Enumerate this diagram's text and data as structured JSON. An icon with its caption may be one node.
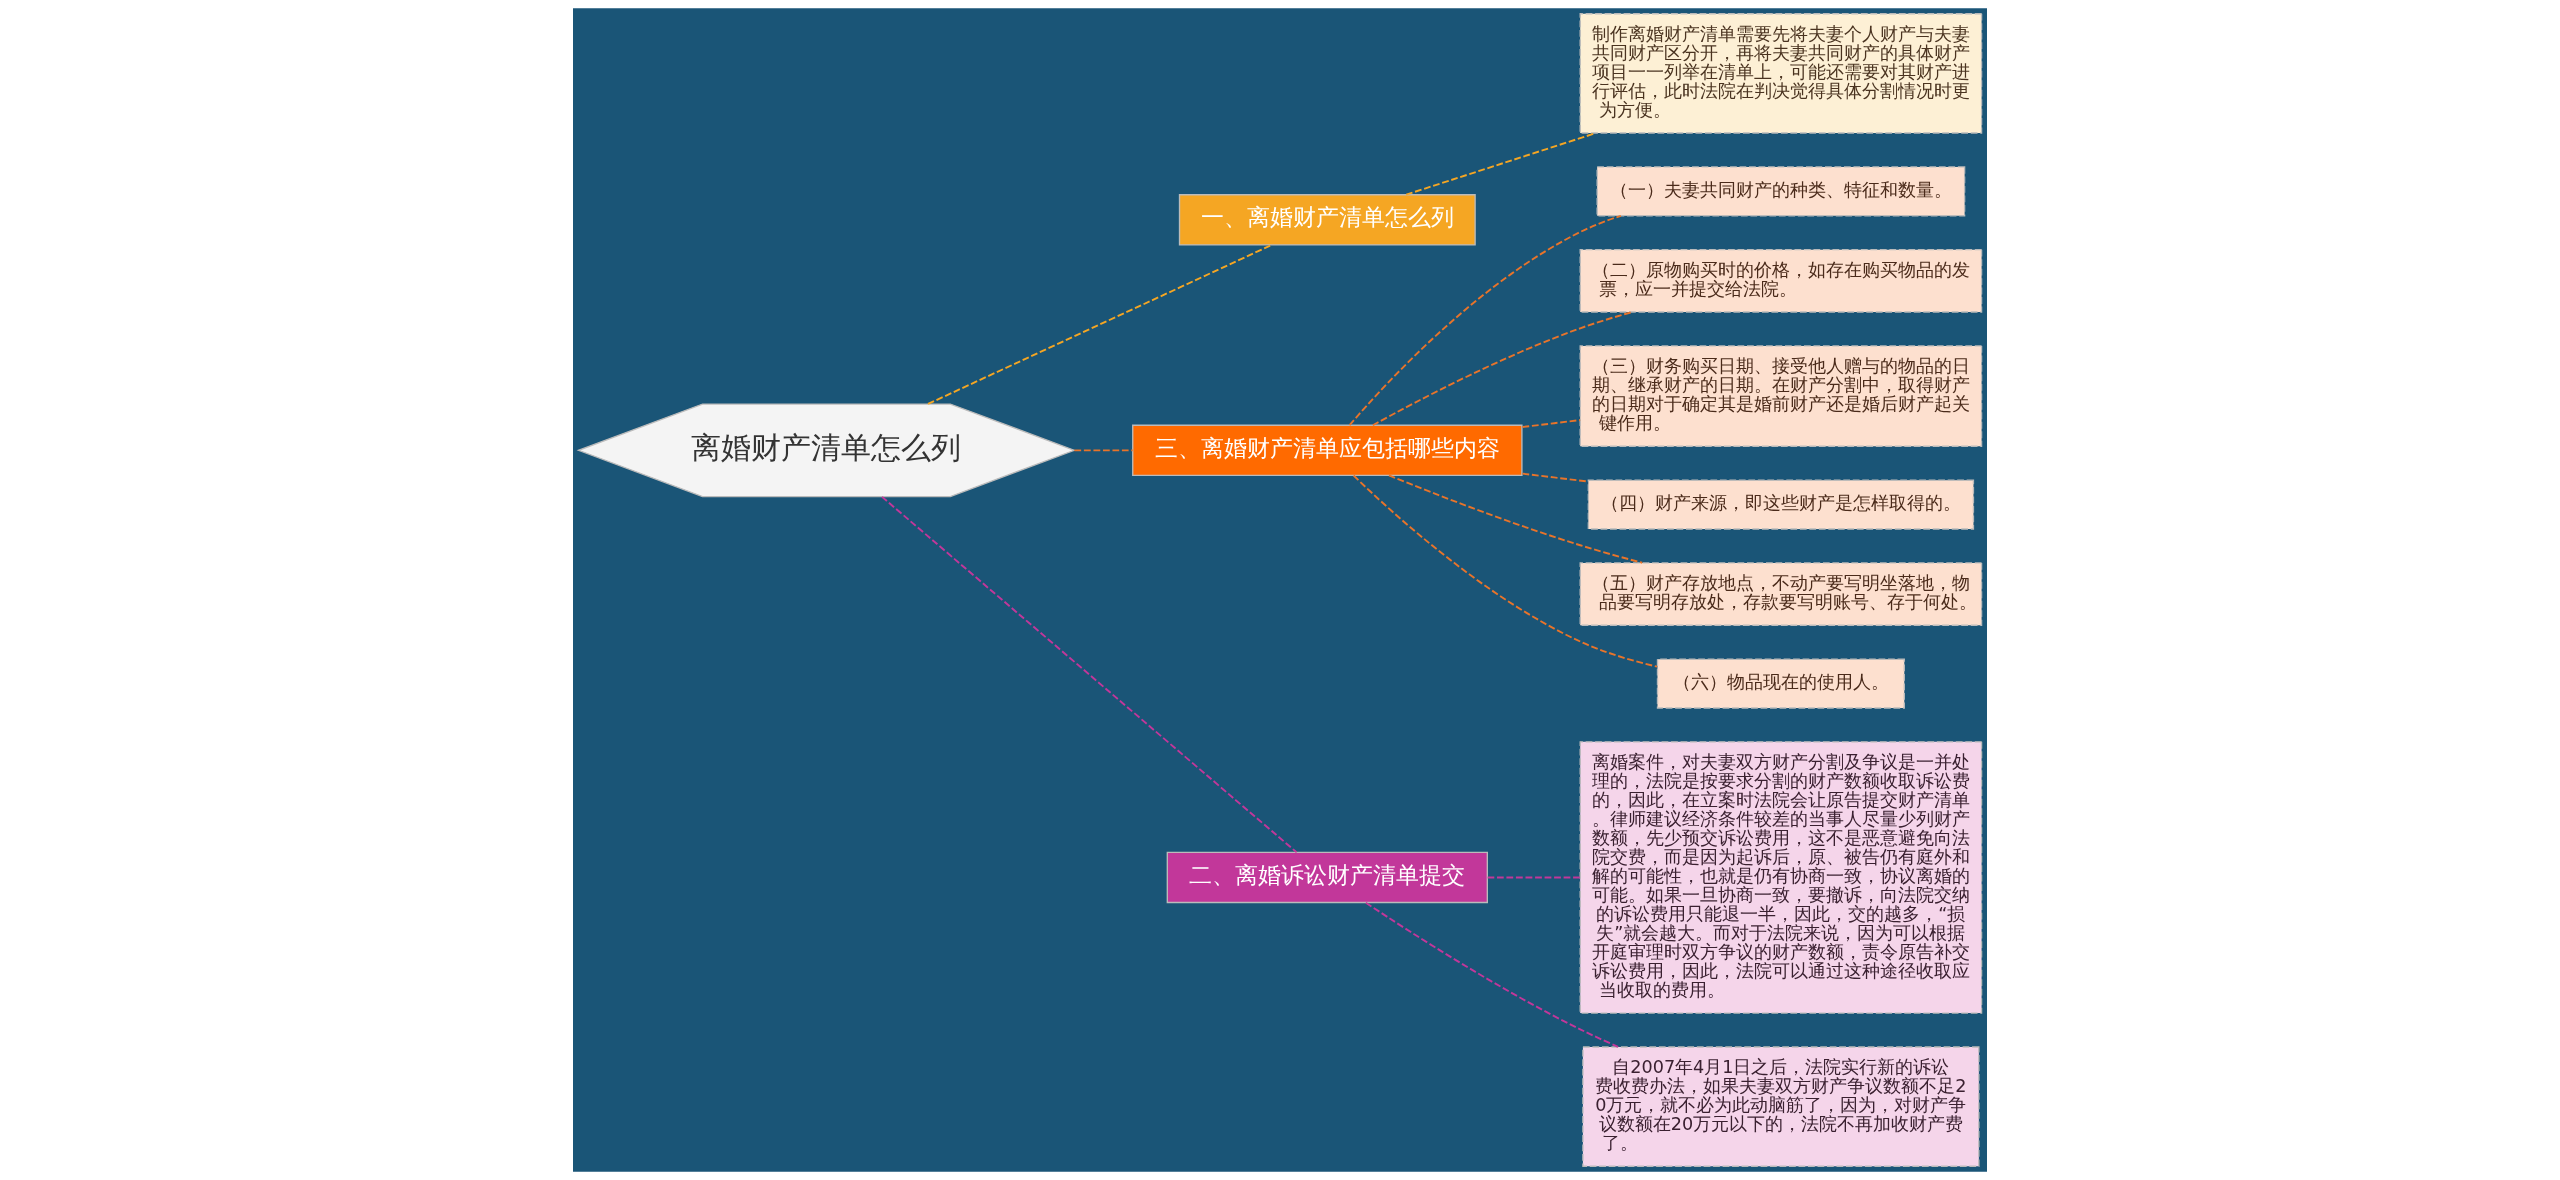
{
  "diagram": {
    "nodes": [
      {
        "text": [
          "离婚财产清单怎么列"
        ]
      },
      {
        "text": [
          "一、离婚财产清单怎么列"
        ]
      },
      {
        "text": [
          "制作离婚财产清单需要先将夫妻个人财产与夫妻共同财产区分开，再将夫妻共同财产的具体财产项目一一列举在清单上，可能还需要对其财产进行评估，此时法院在判决觉得具体分割情况时更为方便。"
        ]
      },
      {
        "text": [
          "三、离婚财产清单应包括哪些内容"
        ]
      },
      {
        "text": [
          "（一）夫妻共同财产的种类、特征和数量。"
        ]
      },
      {
        "text": [
          "（二）原物购买时的价格，如存在购买物品的发票，应一并提交给法院。"
        ]
      },
      {
        "text": [
          "（三）财务购买日期、接受他人赠与的物品的日期、继承财产的日期。在财产分割中，取得财产的日期对于确定其是婚前财产还是婚后财产起关键作用。"
        ]
      },
      {
        "text": [
          "（四）财产来源，即这些财产是怎样取得的。"
        ]
      },
      {
        "text": [
          "（五）财产存放地点，不动产要写明坐落地，物品要写明存放处，存款要写明账号、存于何处。"
        ]
      },
      {
        "text": [
          "（六）物品现在的使用人。"
        ]
      },
      {
        "text": [
          "二、离婚诉讼财产清单提交"
        ]
      },
      {
        "text": [
          "离婚案件，对夫妻双方财产分割及争议是一并处理的，法院是按要求分割的财产数额收取诉讼费的，因此，在立案时法院会让原告提交财产清单。律师建议经济条件较差的当事人尽量少列财产数额，先少预交诉讼费用，这不是恶意避免向法院交费，而是因为起诉后，原、被告仍有庭外和解的可能性，也就是仍有协商一致，协议离婚的可能。如果一旦协商一致，要撤诉，向法院交纳的诉讼费用只能退一半，因此，交的越多，“损失”就会越大。而对于法院来说，因为可以根据开庭审理时双方争议的财产数额，责令原告补交诉讼费用，因此，法院可以通过这种途径收取应当收取的费用。"
        ]
      },
      {
        "text": [
          "自2007年4月1日之后，法院实行新的诉讼费收费办法，如果夫妻双方财产争议数额不足20万元，就不必为此动脑筋了，因为，对财产争议数额在20万元以下的，法院不再加收财产费了。"
        ]
      }
    ],
    "edges": [
      {
        "from": 0,
        "to": 1,
        "arrow": "none",
        "style": "dashed",
        "color": "#f5a623"
      },
      {
        "from": 1,
        "to": 2,
        "arrow": "none",
        "style": "dashed",
        "color": "#f5a623"
      },
      {
        "from": 0,
        "to": 3,
        "arrow": "none",
        "style": "dashed"
      },
      {
        "from": 3,
        "to": 4,
        "arrow": "none",
        "style": "dashed"
      },
      {
        "from": 3,
        "to": 5,
        "arrow": "none",
        "style": "dashed"
      },
      {
        "from": 3,
        "to": 6,
        "arrow": "none",
        "style": "dashed"
      },
      {
        "from": 3,
        "to": 7,
        "arrow": "none",
        "style": "dashed"
      },
      {
        "from": 3,
        "to": 8,
        "arrow": "none",
        "style": "dashed"
      },
      {
        "from": 3,
        "to": 9,
        "arrow": "none",
        "style": "dashed"
      },
      {
        "from": 0,
        "to": 10,
        "arrow": "none",
        "style": "dashed",
        "color": "#c2379a"
      },
      {
        "from": 10,
        "to": 11,
        "arrow": "none",
        "style": "dashed",
        "color": "#c2379a"
      },
      {
        "from": 10,
        "to": 12,
        "arrow": "none",
        "style": "dashed",
        "color": "#c2379a"
      }
    ]
  }
}
